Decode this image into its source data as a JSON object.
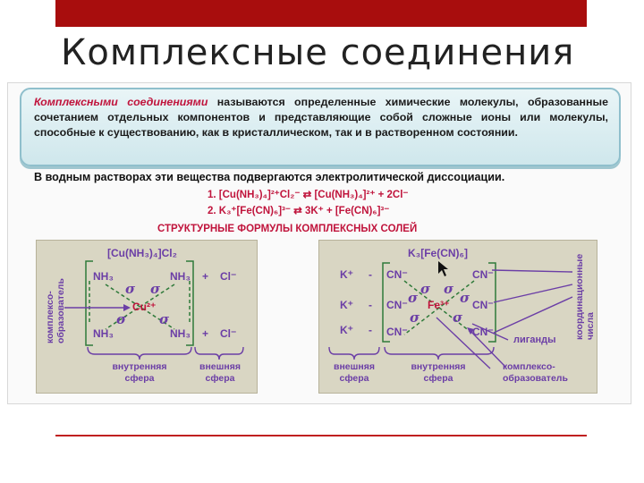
{
  "title": "Комплексные соединения",
  "definition": {
    "term": "Комплексными соединениями",
    "rest": " называются определенные химические молекулы, образованные сочетанием отдельных компонентов и представляющие собой сложные ионы или молекулы, способные к существованию, как в кристаллическом, так и в растворенном состоянии."
  },
  "dissociation_text": "В водным растворах эти вещества подвергаются электролитической диссоциации.",
  "equations": {
    "eq1": "1. [Cu(NH₃)₄]²⁺Cl₂⁻ ⇄ [Cu(NH₃)₄]²⁺ + 2Cl⁻",
    "eq2": "2. K₃⁺[Fe(CN)₆]³⁻ ⇄ 3K⁺ + [Fe(CN)₆]³⁻"
  },
  "section_title": "СТРУКТУРНЫЕ ФОРМУЛЫ КОМПЛЕКСНЫХ СОЛЕЙ",
  "left_panel": {
    "formula": "[Cu(NH₃)₄]Cl₂",
    "center": "Cu²⁺",
    "ligand": "NH₃",
    "plus": "+",
    "anion": "Cl⁻",
    "sigma": "σ",
    "vertical_label": "комплексо- образователь",
    "inner": "внутренняя сфера",
    "outer": "внешняя сфера"
  },
  "right_panel": {
    "formula": "K₃[Fe(CN)₆]",
    "center": "Fe³⁺",
    "ligand": "CN⁻",
    "cation": "K⁺",
    "dash": "-",
    "sigma": "σ",
    "outer": "внешняя сфера",
    "inner": "внутренняя сфера",
    "ligands_label": "лиганды",
    "complexing_label": "комплексо- образователь",
    "vertical_label": "координационные числа"
  },
  "colors": {
    "accent_red": "#c0143c",
    "purple": "#6b3ea6",
    "bar": "#a80d0d"
  }
}
